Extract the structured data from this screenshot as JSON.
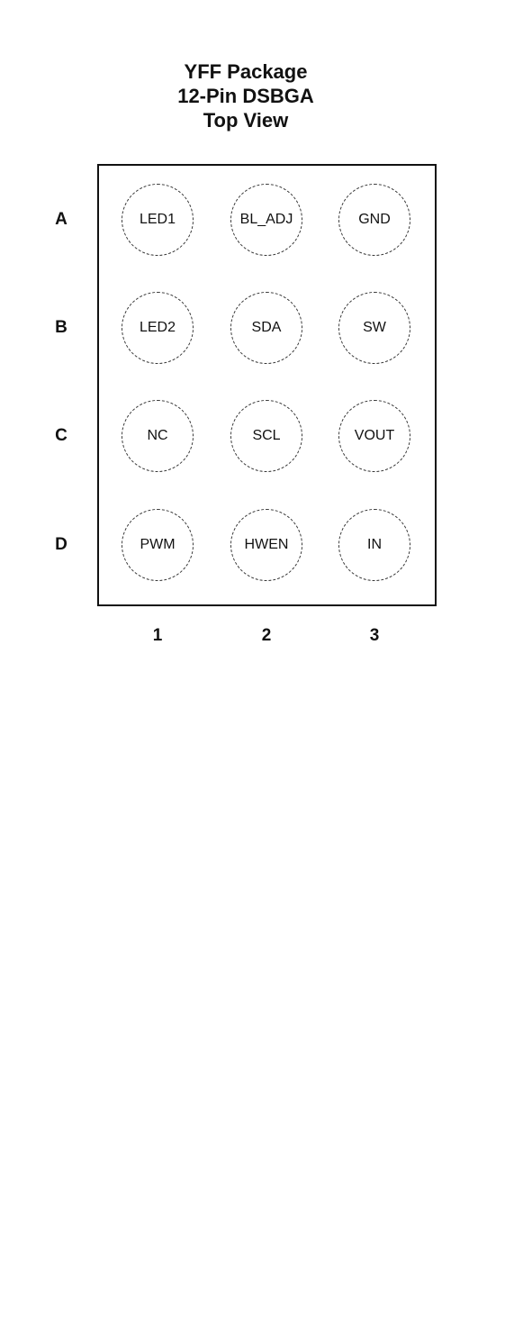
{
  "title": {
    "line1": "YFF Package",
    "line2": "12-Pin DSBGA",
    "line3": "Top View"
  },
  "rows": [
    "A",
    "B",
    "C",
    "D"
  ],
  "columns": [
    "1",
    "2",
    "3"
  ],
  "pins": [
    [
      "LED1",
      "BL_ADJ",
      "GND"
    ],
    [
      "LED2",
      "SDA",
      "SW"
    ],
    [
      "NC",
      "SCL",
      "VOUT"
    ],
    [
      "PWM",
      "HWEN",
      "IN"
    ]
  ]
}
